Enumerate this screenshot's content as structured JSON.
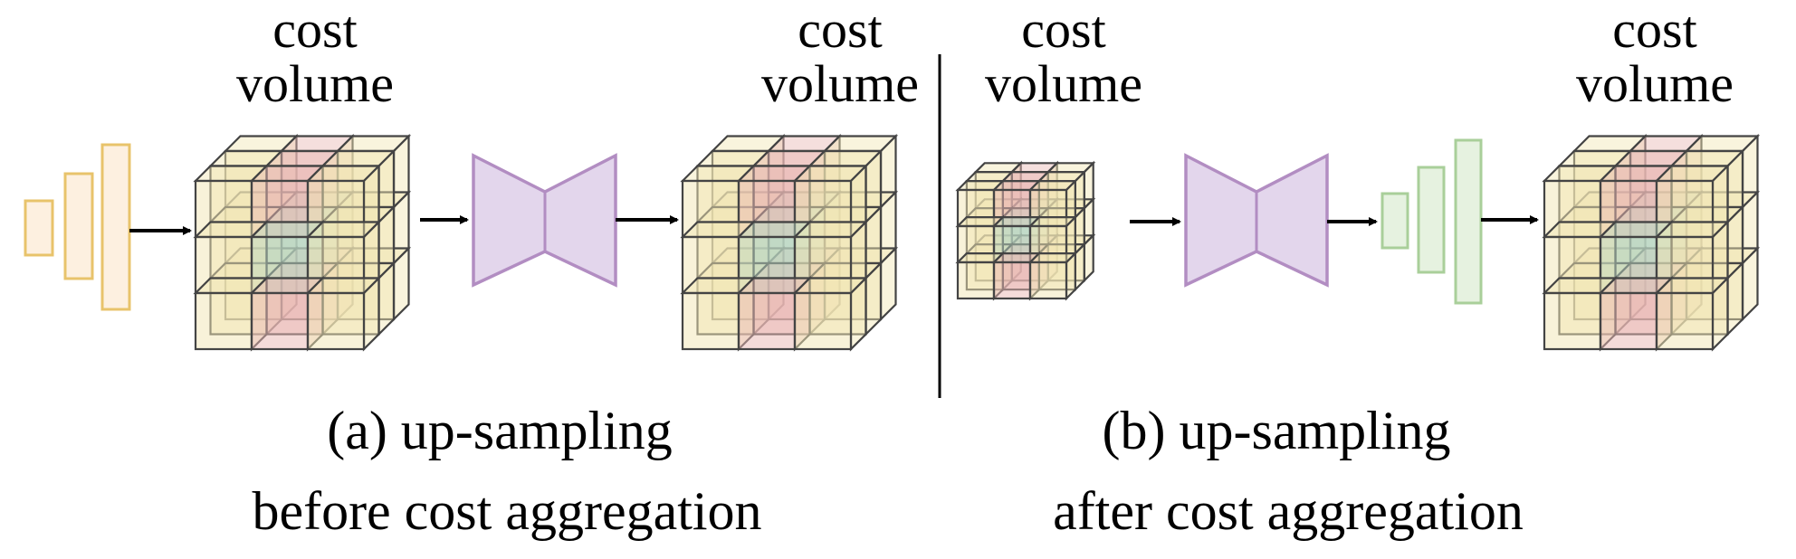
{
  "panel_a": {
    "cost_volume_in_line1": "cost",
    "cost_volume_in_line2": "volume",
    "cost_volume_out_line1": "cost",
    "cost_volume_out_line2": "volume",
    "caption_line1": "(a) up-sampling",
    "caption_line2": "before cost aggregation"
  },
  "panel_b": {
    "cost_volume_in_line1": "cost",
    "cost_volume_in_line2": "volume",
    "cost_volume_out_line1": "cost",
    "cost_volume_out_line2": "volume",
    "caption_line1": "(b) up-sampling",
    "caption_line2": "after cost aggregation"
  },
  "colors": {
    "feature_bars_a": "#e8c36b",
    "feature_bars_b": "#a9cf9a",
    "aggregation_net": "#b28dc2",
    "cube_fill": "#f2e6b3",
    "cube_highlight": "#e9b8b4",
    "cube_center": "#b9d6c1",
    "cube_edge": "#444444",
    "arrow": "#000000"
  },
  "icons": {
    "feature_extractor": "stacked-bars-icon",
    "aggregation_network": "hourglass-icon",
    "cost_volume": "cube-grid-icon"
  }
}
